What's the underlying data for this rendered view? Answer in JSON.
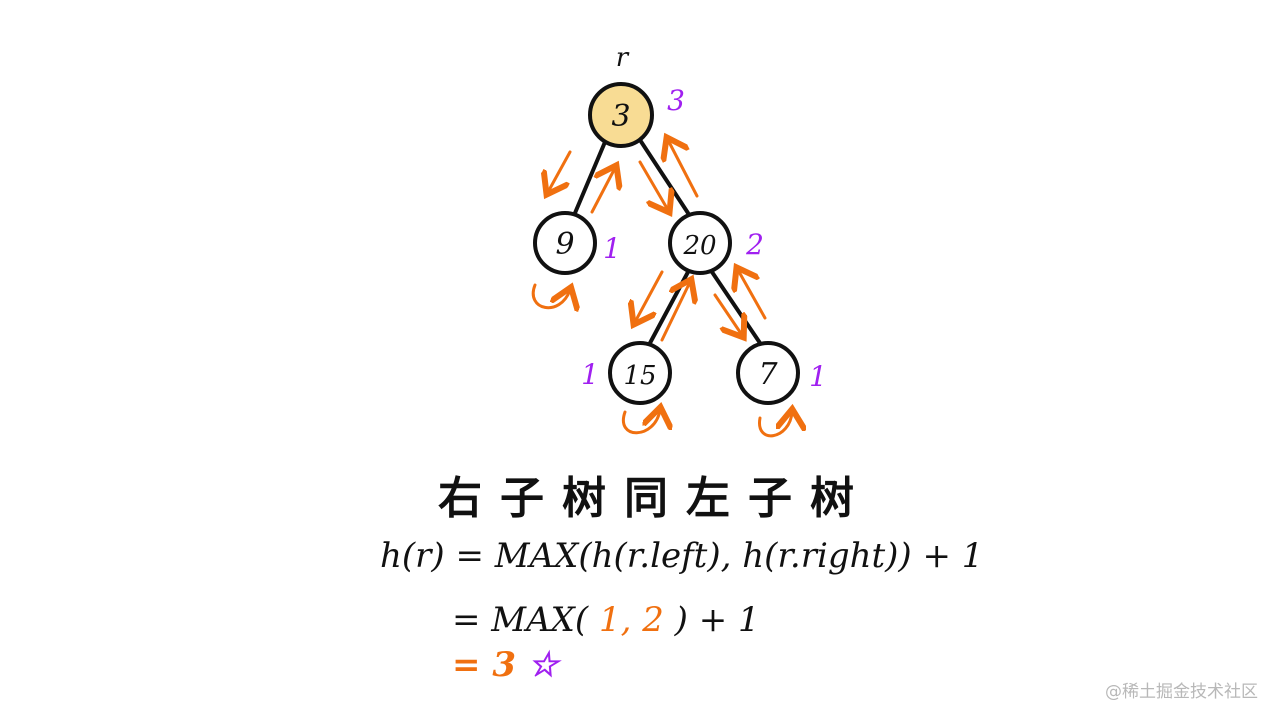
{
  "tree": {
    "root_label": "r",
    "nodes": [
      {
        "id": "root",
        "value": "3",
        "height": "3",
        "highlight": true
      },
      {
        "id": "left",
        "value": "9",
        "height": "1"
      },
      {
        "id": "right",
        "value": "20",
        "height": "2"
      },
      {
        "id": "right-left",
        "value": "15",
        "height": "1"
      },
      {
        "id": "right-right",
        "value": "7",
        "height": "1"
      }
    ]
  },
  "caption": "右子树同左子树",
  "formula": {
    "line1": "h(r) = MAX(h(r.left), h(r.right)) + 1",
    "line2_prefix": "= MAX(",
    "line2_a": "1",
    "line2_sep": ",",
    "line2_b": "2",
    "line2_suffix": ") + 1",
    "line3": "= 3",
    "star": "☆"
  },
  "watermark": "@稀土掘金技术社区",
  "colors": {
    "node_fill": "#f8dc94",
    "arrow": "#f07010",
    "height_label": "#a020f0",
    "ink": "#111111"
  }
}
